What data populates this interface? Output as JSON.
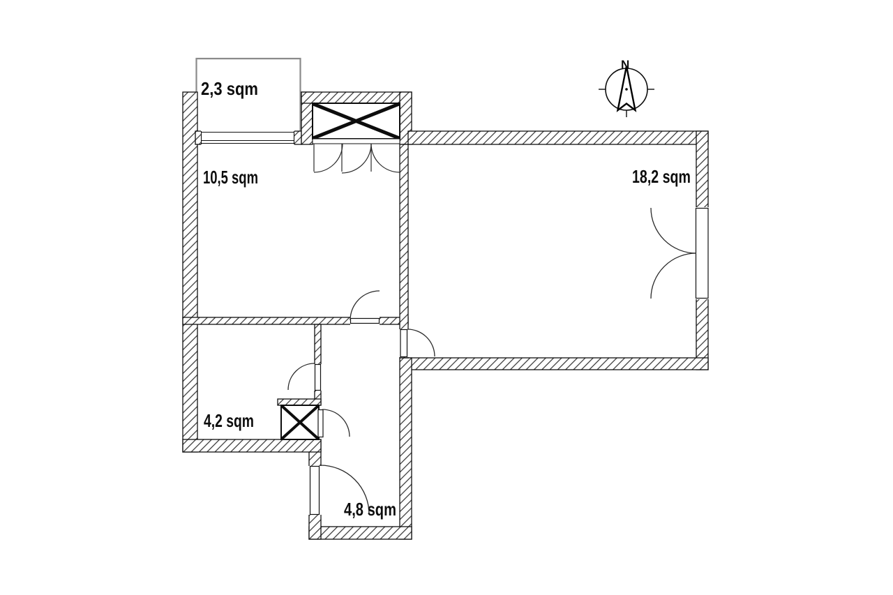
{
  "plan": {
    "compass_label": "N",
    "rooms": [
      {
        "id": "balcony-top-left",
        "area_label": "2,3 sqm"
      },
      {
        "id": "room-top-left",
        "area_label": "10,5 sqm"
      },
      {
        "id": "room-right",
        "area_label": "18,2 sqm"
      },
      {
        "id": "room-bottom-left",
        "area_label": "4,2 sqm"
      },
      {
        "id": "hallway-bottom",
        "area_label": "4,8 sqm"
      }
    ],
    "colors": {
      "background": "#ffffff",
      "wall_outline": "#101010",
      "wall_hatch": "#303030",
      "door_arc": "#2a2a2a",
      "balcony_outline": "#8a8a8a",
      "label_text": "#0d0d0d"
    }
  }
}
